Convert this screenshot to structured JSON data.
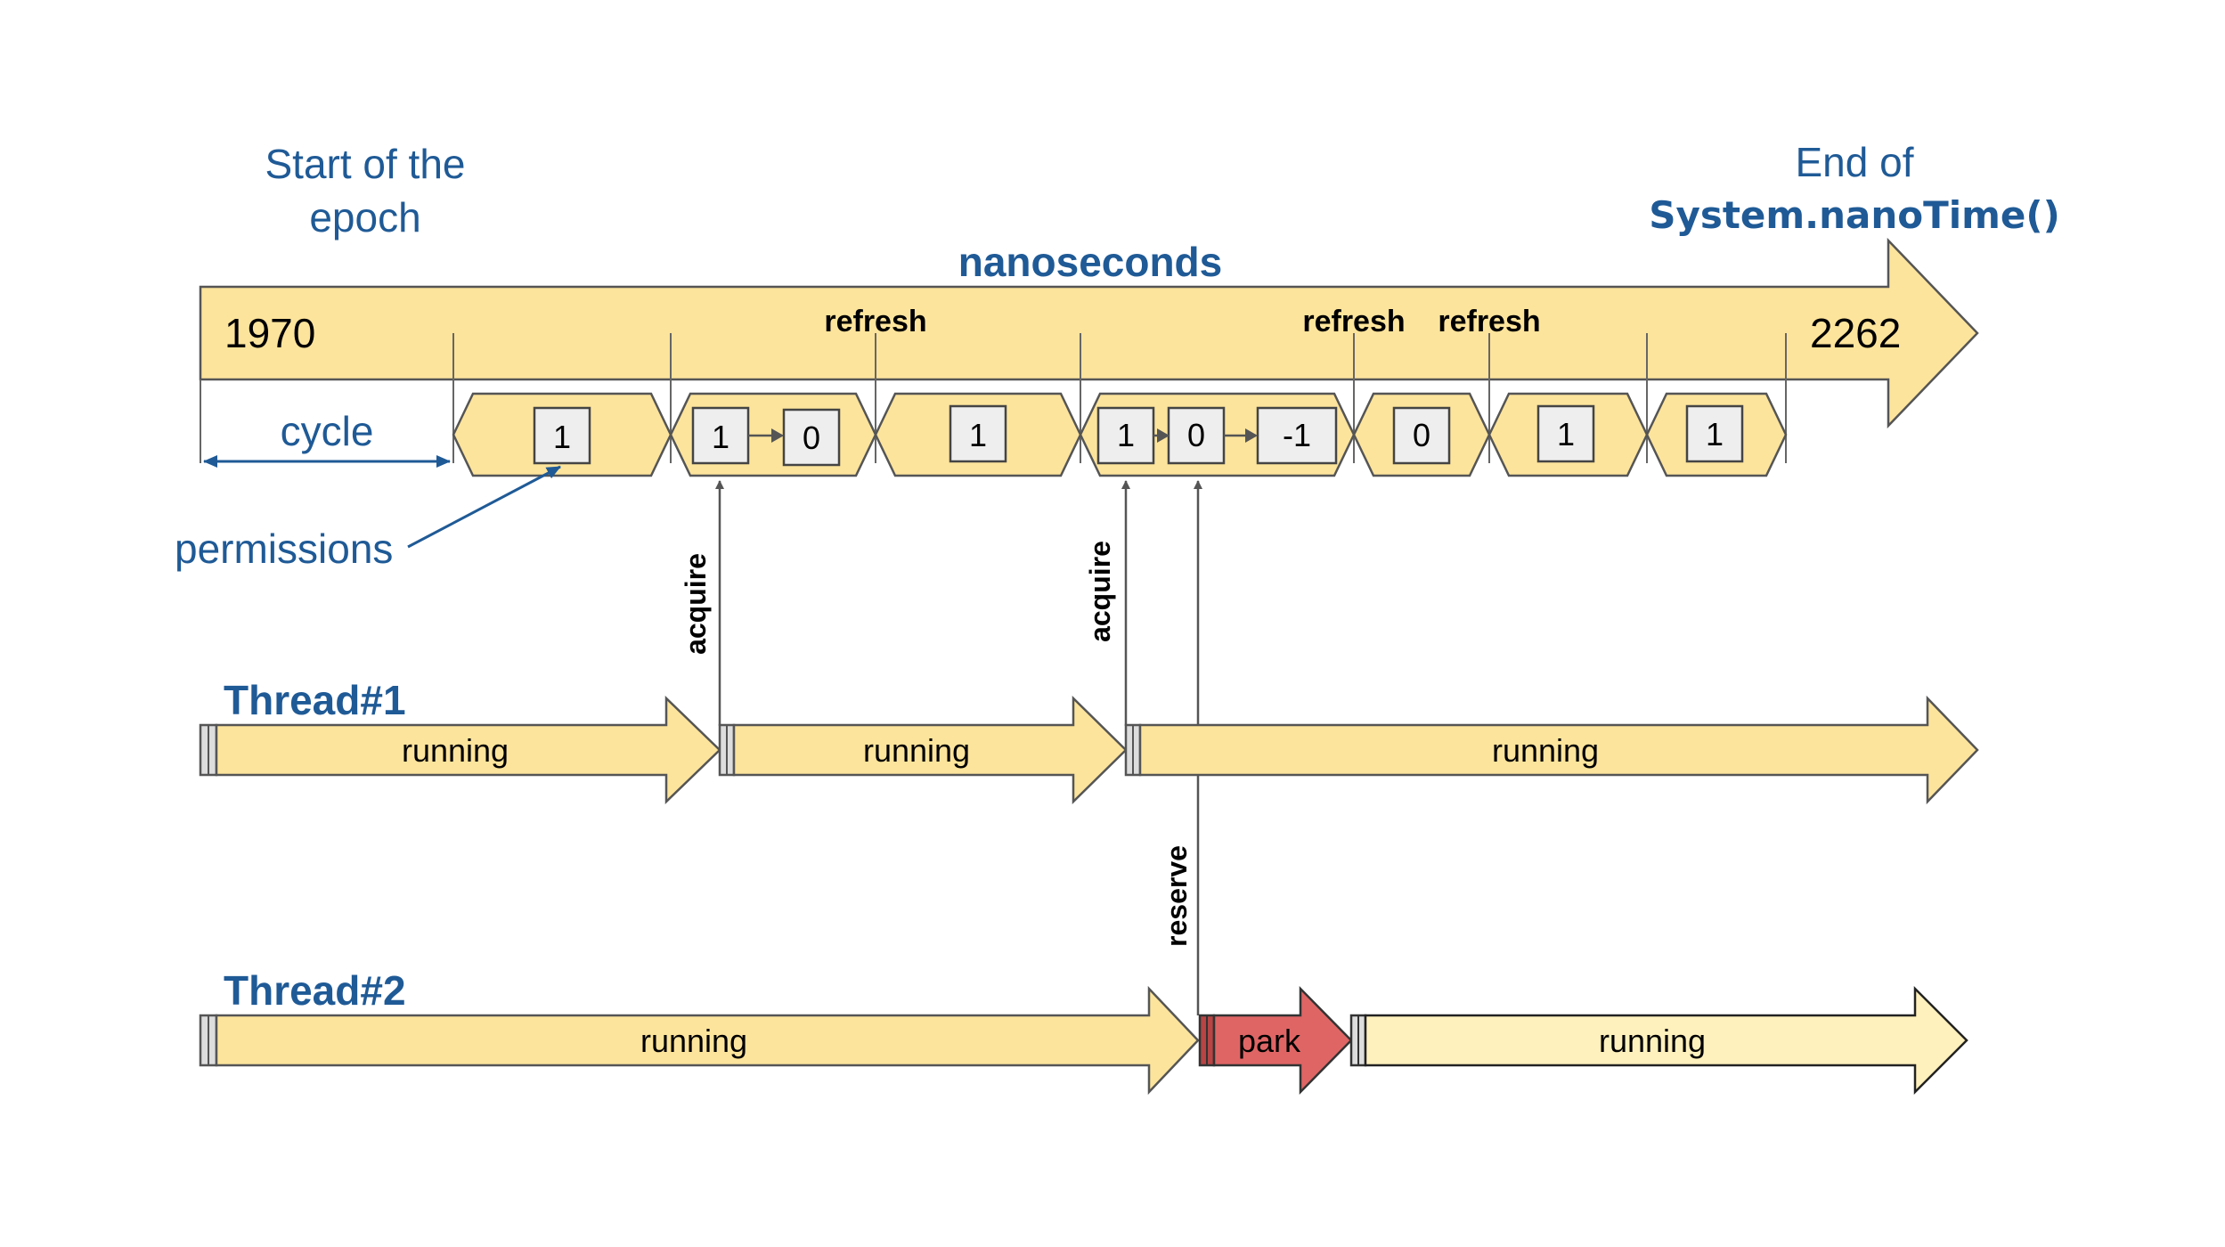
{
  "header": {
    "start_line1": "Start of the",
    "start_line2": "epoch",
    "end_line1": "End of",
    "end_line2": "System.nanoTime()"
  },
  "timeline": {
    "label": "nanoseconds",
    "start_year": "1970",
    "end_year": "2262",
    "refresh_label": "refresh",
    "cycle_label": "cycle",
    "permissions_label": "permissions"
  },
  "cycles": [
    {
      "values": [
        "1"
      ]
    },
    {
      "values": [
        "1",
        "0"
      ]
    },
    {
      "values": [
        "1"
      ]
    },
    {
      "values": [
        "1",
        "0",
        "-1"
      ]
    },
    {
      "values": [
        "0"
      ]
    },
    {
      "values": [
        "1"
      ]
    },
    {
      "values": [
        "1"
      ]
    }
  ],
  "events": {
    "acquire_label": "acquire",
    "reserve_label": "reserve"
  },
  "threads": [
    {
      "name": "Thread#1",
      "segments": [
        "running",
        "running",
        "running"
      ]
    },
    {
      "name": "Thread#2",
      "segments": [
        "running",
        "park",
        "running"
      ]
    }
  ],
  "colors": {
    "title_blue": "#1f5a96",
    "shape_fill": "#fde49c",
    "park_fill": "#df6565",
    "box_fill": "#eeeeee"
  }
}
